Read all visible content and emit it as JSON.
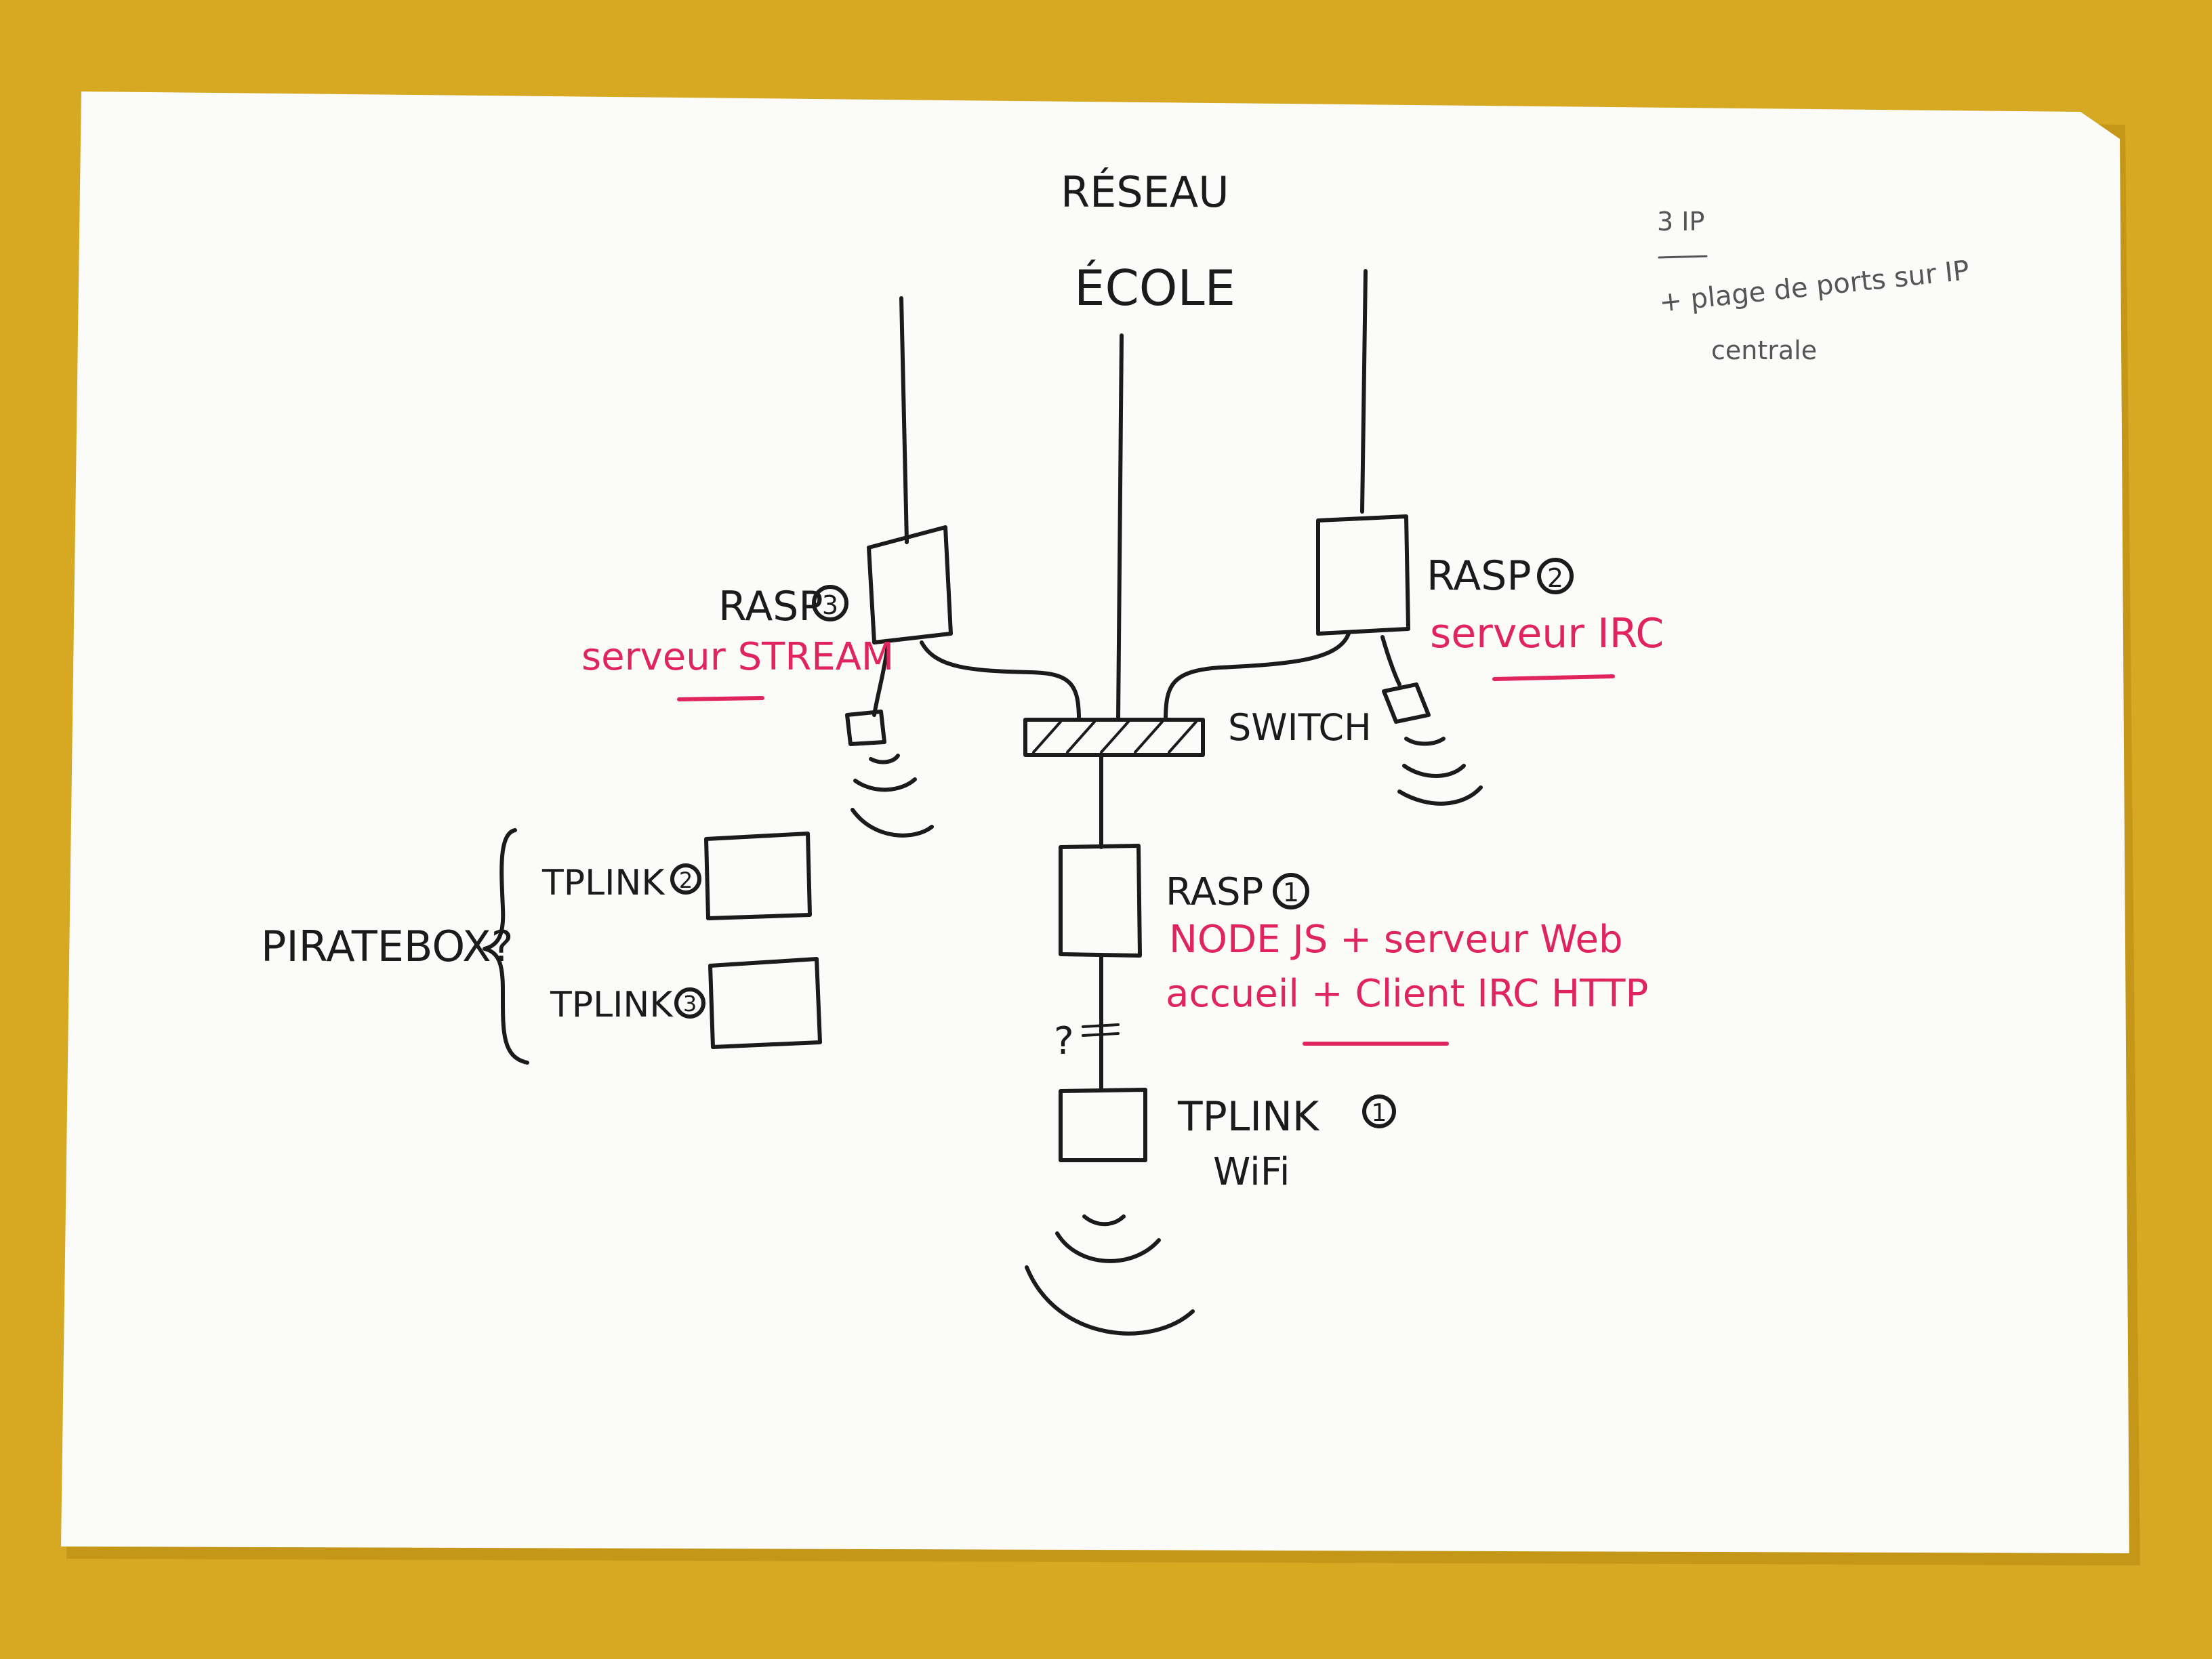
{
  "colors": {
    "table": "#d7a822",
    "paper": "#fbfbfa",
    "ink_black": "#1b1b1b",
    "ink_red": "#e0245e",
    "pencil": "#555555"
  },
  "diagram": {
    "top_label_line1": "RÉSEAU",
    "top_label_line2": "ÉCOLE",
    "switch_label": "SWITCH",
    "rasp3": {
      "label": "RASP",
      "number": "3",
      "role": "serveur STREAM"
    },
    "rasp2": {
      "label": "RASP",
      "number": "2",
      "role": "serveur IRC"
    },
    "rasp1": {
      "label": "RASP",
      "number": "1",
      "role_line1": "NODE JS + serveur Web",
      "role_line2": "accueil + Client IRC HTTP"
    },
    "tplink1": {
      "label": "TPLINK",
      "number": "1",
      "sub": "WiFi"
    },
    "tplink2": {
      "label": "TPLINK",
      "number": "2"
    },
    "tplink3": {
      "label": "TPLINK",
      "number": "3"
    },
    "piratebox_label": "PIRATEBOX?",
    "question_mark": "?",
    "notes_line1": "3 IP",
    "notes_line2": "+ plage de ports sur IP",
    "notes_line3": "centrale"
  }
}
